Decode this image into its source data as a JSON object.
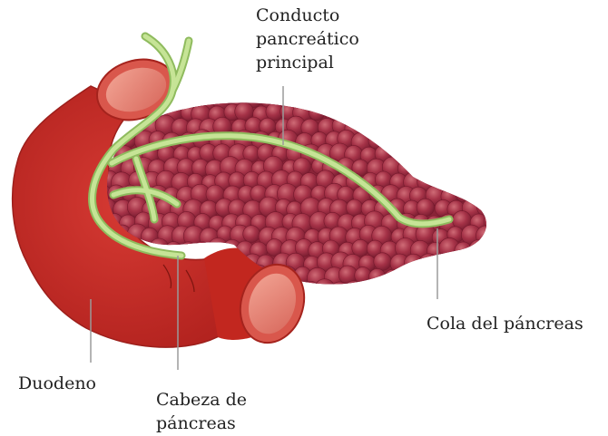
{
  "labels": {
    "main_duct": [
      "Conducto",
      "pancreático",
      "principal"
    ],
    "tail": [
      "Cola del páncreas"
    ],
    "duodenum": [
      "Duodeno"
    ],
    "head": [
      "Cabeza de",
      "páncreas"
    ]
  },
  "colors": {
    "duodenum": "#c62b27",
    "duodenum_lumen": "#e98d80",
    "pancreas": "#a12f45",
    "pancreas_highlight": "#c9606d",
    "duct": "#c6e496",
    "duct_outline": "#8fbb5e",
    "leader_line": "#9a9a9a"
  }
}
